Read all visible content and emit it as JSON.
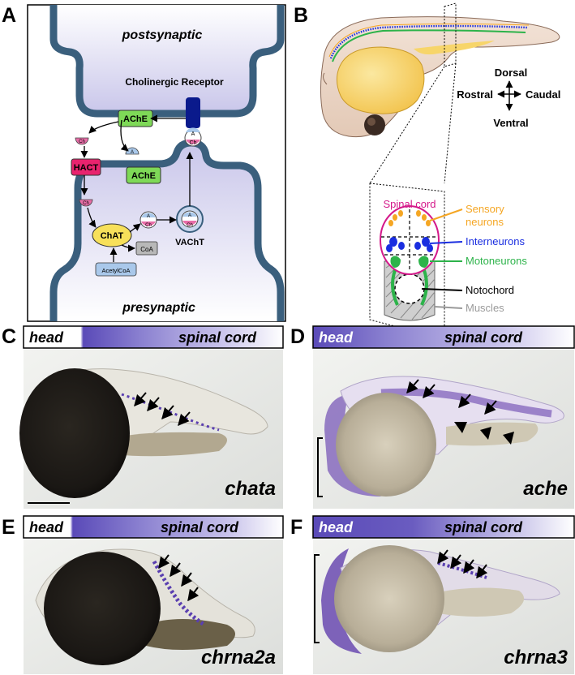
{
  "panel_labels": {
    "a": "A",
    "b": "B",
    "c": "C",
    "d": "D",
    "e": "E",
    "f": "F"
  },
  "panelA": {
    "postsynaptic": "postsynaptic",
    "presynaptic": "presynaptic",
    "receptor": "Cholinergic Receptor",
    "ache": "AChE",
    "hact": "HACT",
    "chat": "ChAT",
    "vacht": "VAChT",
    "coa": "CoA",
    "acetylcoa": "AcetylCoA",
    "ch": "Ch",
    "a": "A"
  },
  "panelB": {
    "dorsal": "Dorsal",
    "ventral": "Ventral",
    "rostral": "Rostral",
    "caudal": "Caudal",
    "spinal_cord": "Spinal cord",
    "sensory": [
      "Sensory",
      "neurons"
    ],
    "interneurons": "Interneurons",
    "motoneurons": "Motoneurons",
    "notochord": "Notochord",
    "muscles": "Muscles"
  },
  "colors": {
    "membrane": "#3a5f7d",
    "ache": "#7ed957",
    "hact": "#e8236e",
    "chat": "#f7e05a",
    "vacht": "#c9d7ee",
    "choline": "#e86ea8",
    "acetyl": "#a9c8ea",
    "receptor": "#0a1a8c",
    "sensory": "#f5a623",
    "inter": "#1a2ee0",
    "moto": "#2db34a",
    "cord": "#d4188a",
    "stain": "#5a3fb0"
  },
  "strips": [
    {
      "head": "head",
      "cord": "spinal cord"
    },
    {
      "head": "head",
      "cord": "spinal cord"
    },
    {
      "head": "head",
      "cord": "spinal cord"
    },
    {
      "head": "head",
      "cord": "spinal cord"
    }
  ],
  "genes": {
    "c": "chata",
    "d": "ache",
    "e": "chrna2a",
    "f": "chrna3"
  }
}
